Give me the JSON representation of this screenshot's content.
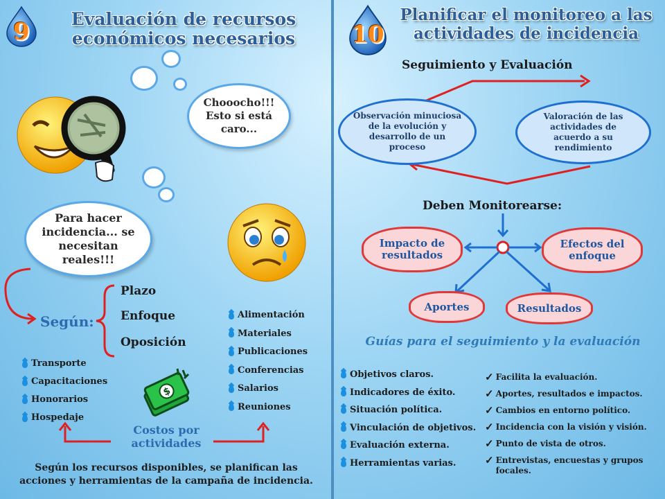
{
  "left": {
    "number": "9",
    "title_line1": "Evaluación de recursos",
    "title_line2": "económicos necesarios",
    "thought_top": "Chooocho!!! Esto si está caro...",
    "thought_left": "Para hacer incidencia... se necesitan reales!!!",
    "segun_label": "Según:",
    "segun_items": [
      "Plazo",
      "Enfoque",
      "Oposición"
    ],
    "resources_left": [
      "Transporte",
      "Capacitaciones",
      "Honorarios",
      "Hospedaje"
    ],
    "resources_right": [
      "Alimentación",
      "Materiales",
      "Publicaciones",
      "Conferencias",
      "Salarios",
      "Reuniones"
    ],
    "costs_label": "Costos por actividades",
    "footer": "Según los recursos disponibles, se planifican las acciones y herramientas de la campaña de incidencia."
  },
  "right": {
    "number": "10",
    "title_line1": "Planificar el monitoreo a las",
    "title_line2": "actividades de incidencia",
    "subtitle": "Seguimiento y Evaluación",
    "cloud_left": "Observación minuciosa de la evolución y desarrollo de un proceso",
    "cloud_right": "Valoración de las actividades de acuerdo a su rendimiento",
    "monitor_title": "Deben Monitorearse:",
    "impacto": "Impacto de resultados",
    "efectos": "Efectos del enfoque",
    "aportes": "Aportes",
    "resultados": "Resultados",
    "guides_title": "Guías para el seguimiento y la evaluación",
    "guides_left": [
      "Objetivos claros.",
      "Indicadores de éxito.",
      "Situación política.",
      "Vinculación de objetivos.",
      "Evaluación externa.",
      "Herramientas varias."
    ],
    "guides_right": [
      "Facilita la evaluación.",
      "Aportes, resultados e impactos.",
      "Cambios en entorno político.",
      "Incidencia con la visión y visión.",
      "Punto de vista de otros.",
      "Entrevistas, encuestas y grupos focales."
    ]
  },
  "colors": {
    "title_blue": "#2c5f9a",
    "arrow_red": "#e02020",
    "arrow_blue": "#1f6fd0",
    "cloud_pink": "#fbd6d8"
  }
}
